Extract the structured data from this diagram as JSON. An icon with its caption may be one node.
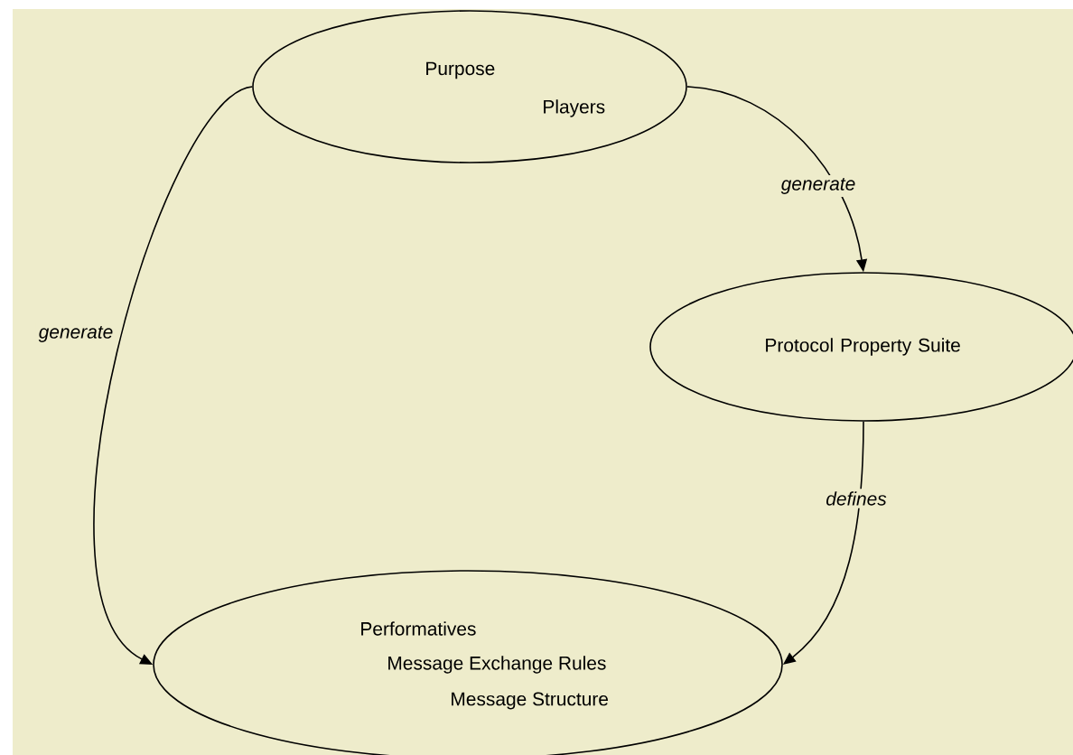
{
  "diagram": {
    "nodes": [
      {
        "text": [
          "Purpose",
          "Players"
        ]
      },
      {
        "text": [
          "Protocol Property Suite"
        ]
      },
      {
        "text": [
          "Performatives",
          "Message Exchange Rules",
          "Message Structure"
        ]
      }
    ],
    "edges": [
      {
        "from": 0,
        "to": 1,
        "arrow": "to",
        "label": "generate"
      },
      {
        "from": 0,
        "to": 2,
        "arrow": "to",
        "label": "generate"
      },
      {
        "from": 1,
        "to": 2,
        "arrow": "to",
        "label": "defines"
      }
    ]
  }
}
